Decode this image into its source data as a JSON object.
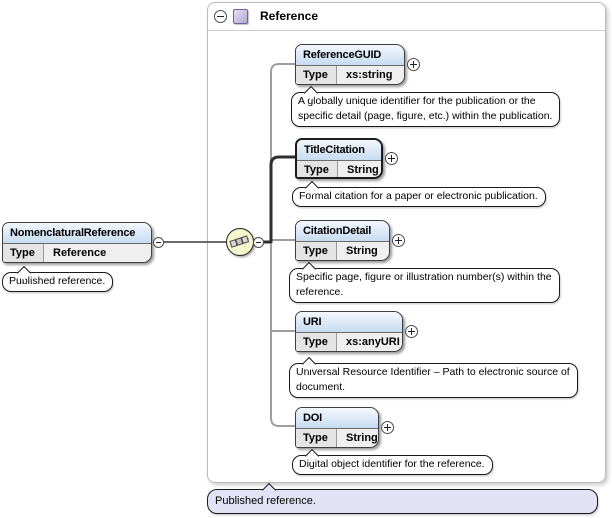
{
  "diagram": {
    "container": {
      "label": "Reference"
    },
    "root": {
      "name": "NomenclaturalReference",
      "type_label": "Type",
      "type_value": "Reference",
      "annotation_lines": [
        "Published reference."
      ]
    },
    "children": [
      {
        "name": "ReferenceGUID",
        "type_label": "Type",
        "type_value": "xs:string",
        "annotation_lines": [
          "A globally unique identifier for the publication or the",
          "specific detail (page, figure, etc.) within the publication."
        ]
      },
      {
        "name": "TitleCitation",
        "type_label": "Type",
        "type_value": "String",
        "required": true,
        "annotation_lines": [
          "Formal citation for a paper or electronic publication."
        ]
      },
      {
        "name": "CitationDetail",
        "type_label": "Type",
        "type_value": "String",
        "annotation_lines": [
          "Specific page, figure or illustration number(s) within the",
          "reference."
        ]
      },
      {
        "name": "URI",
        "type_label": "Type",
        "type_value": "xs:anyURI",
        "annotation_lines": [
          "Universal Resource Identifier – Path to electronic source of",
          "document."
        ]
      },
      {
        "name": "DOI",
        "type_label": "Type",
        "type_value": "String",
        "annotation_lines": [
          "Digital object identifier for the reference."
        ]
      }
    ],
    "footer": {
      "annotation": "Published reference."
    },
    "colors": {
      "box_header_top": "#f3f8fd",
      "box_header_bottom": "#c7dbf0",
      "sequence_fill": "#f7f7cd",
      "footer_fill": "#e3e2f4",
      "container_border": "#bcbcbc",
      "line_gray": "#9e9e9e",
      "line_dark": "#2f2f2f"
    }
  }
}
